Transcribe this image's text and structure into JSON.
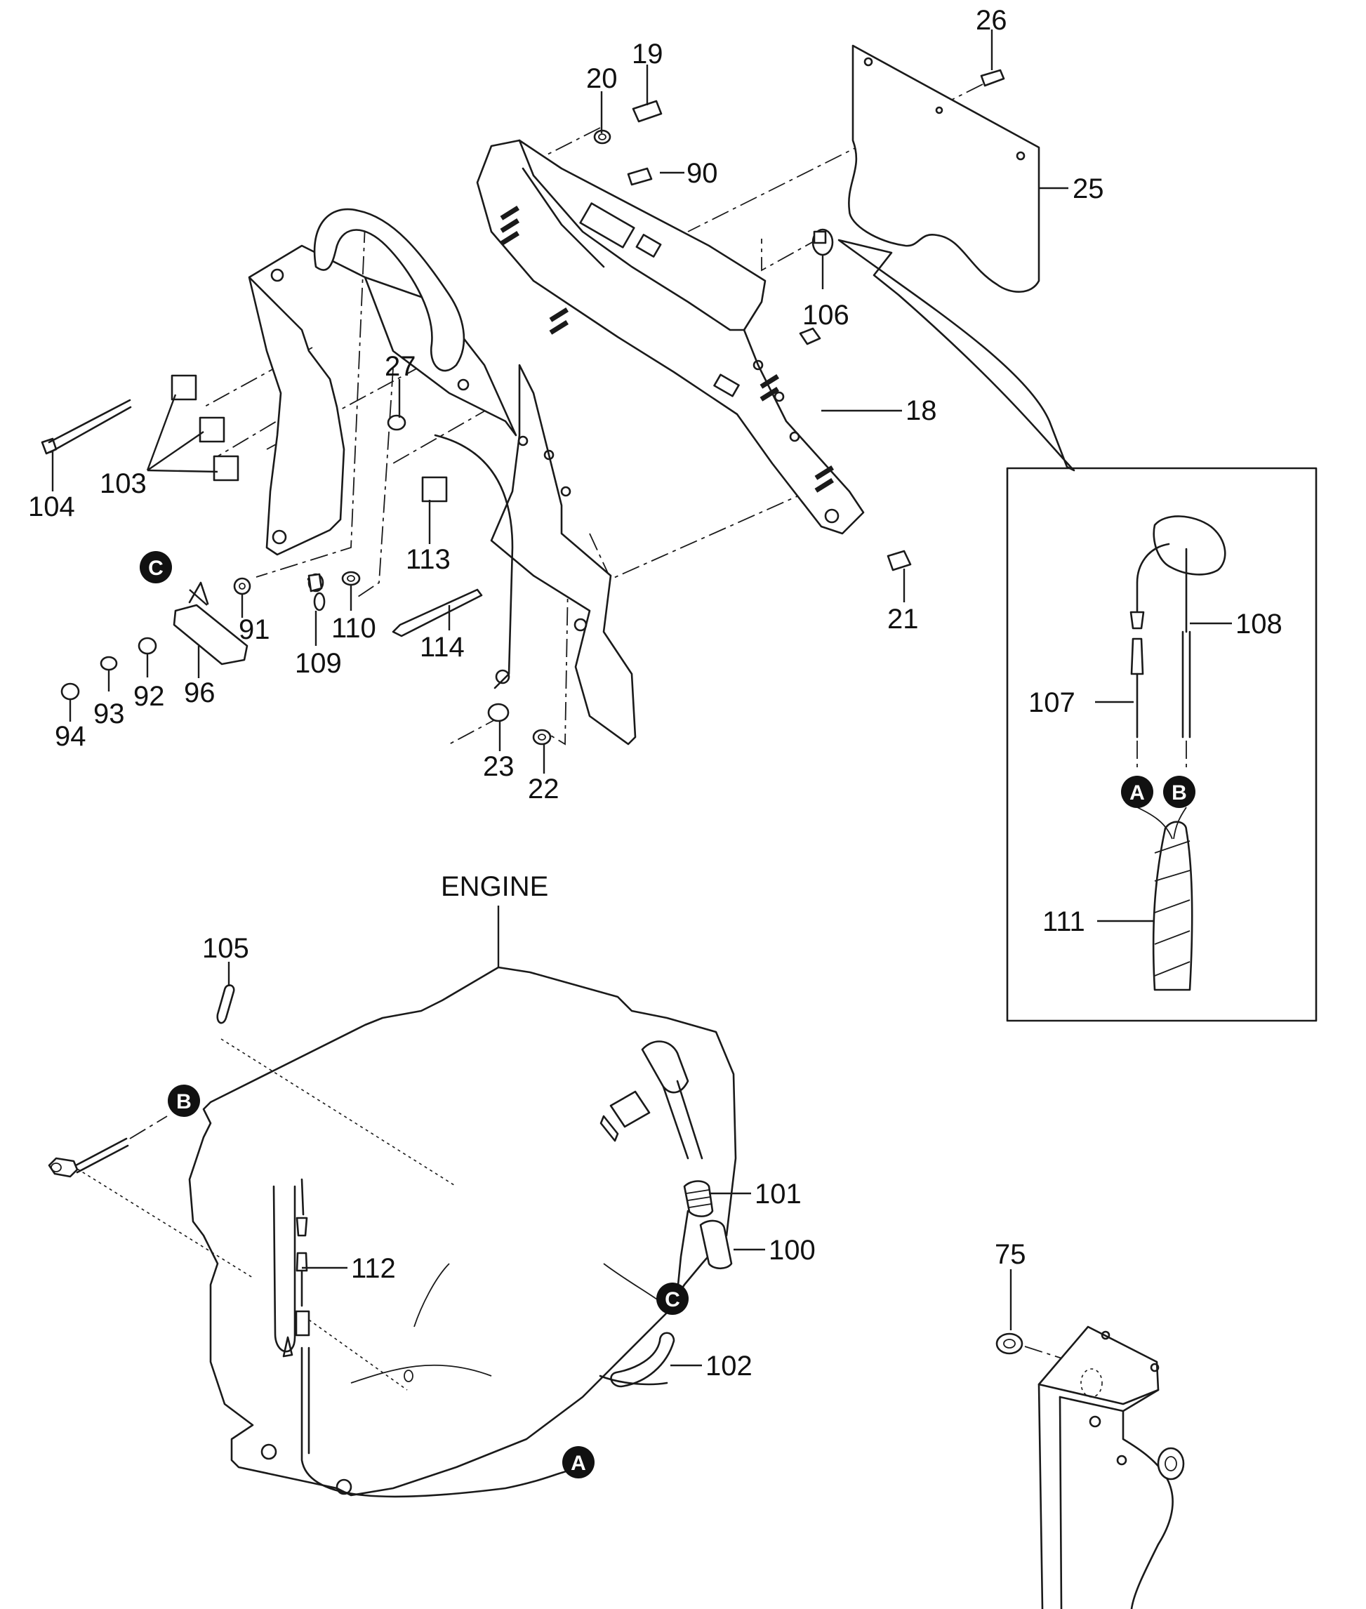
{
  "figure": {
    "engine_label": "ENGINE",
    "part_numbers": [
      "26",
      "19",
      "20",
      "90",
      "25",
      "106",
      "18",
      "27",
      "104",
      "103",
      "113",
      "21",
      "91",
      "110",
      "114",
      "109",
      "96",
      "92",
      "93",
      "94",
      "23",
      "22",
      "105",
      "101",
      "100",
      "112",
      "102",
      "108",
      "107",
      "111",
      "75"
    ],
    "reference_markers": [
      "A",
      "B",
      "C"
    ]
  }
}
